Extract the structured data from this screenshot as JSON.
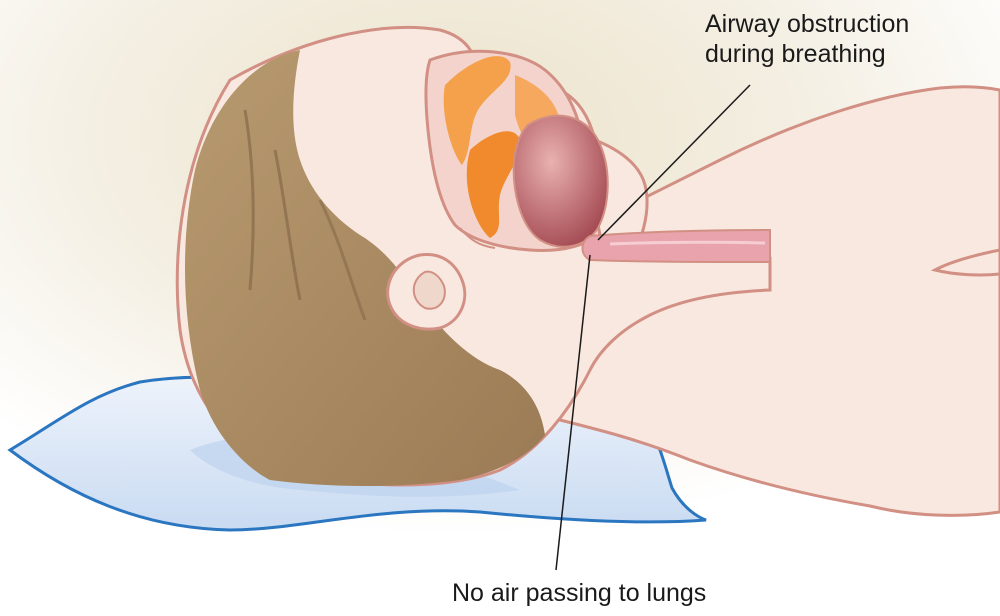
{
  "labels": {
    "airway_line1": "Airway obstruction",
    "airway_line2": "during breathing",
    "no_air": "No air passing to lungs"
  },
  "colors": {
    "skin": "#f8e8df",
    "skin_outline": "#d28f84",
    "hair": "#a5865f",
    "pillow_outline": "#2a76c0",
    "pillow_fill": "#dbe7f7",
    "airway_pink": "#e9a3ad",
    "tongue": "#b5585c",
    "turbinate_orange": "#f5a04a",
    "background_glow": "#ede6d3",
    "pointer_line": "#1a1a1a"
  }
}
